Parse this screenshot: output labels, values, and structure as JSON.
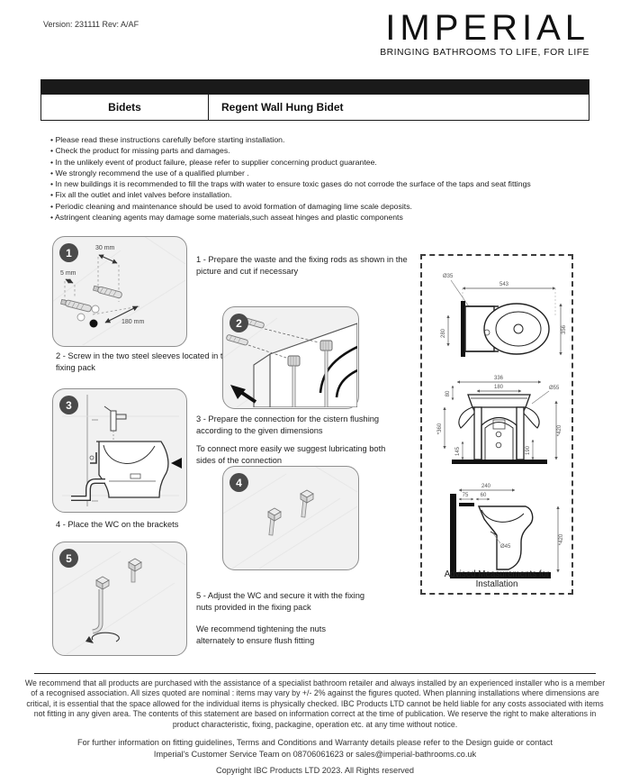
{
  "header": {
    "version": "Version: 231111 Rev: A/AF",
    "logo": "IMPERIAL",
    "tagline": "BRINGING BATHROOMS TO LIFE, FOR LIFE"
  },
  "product": {
    "category": "Bidets",
    "name": "Regent Wall Hung Bidet"
  },
  "notes": [
    "• Please read these instructions carefully before starting installation.",
    "• Check the product for missing parts and damages.",
    "• In the unlikely event of product failure, please refer to supplier concerning product guarantee.",
    "• We strongly recommend the use of a qualified plumber .",
    "• In new buildings it is recommended to fill the traps with water to ensure toxic gases do not corrode the surface of the taps and seat fittings",
    "• Fix all the outlet and inlet valves before installation.",
    "• Periodic cleaning and maintenance should be used to avoid formation of damaging lime scale deposits.",
    "• Astringent cleaning agents may damage some materials,such asseat hinges and plastic components"
  ],
  "steps": {
    "s1": "1 - Prepare the waste and the fixing rods as shown in the picture and cut if necessary",
    "s2": "2 - Screw in the two steel sleeves located in the fixing pack",
    "s3": "3 - Prepare the connection for the cistern flushing according to the given dimensions",
    "s3_note": "To connect more easily we suggest lubricating both sides of the connection",
    "s4": "4 - Place the WC on the brackets",
    "s5": "5 - Adjust the WC and secure it with the fixing nuts provided in the fixing pack",
    "s5_note": "We recommend tightening the nuts alternately to ensure flush fitting"
  },
  "panels": {
    "p1": {
      "num": "1",
      "dim_a": "30 mm",
      "dim_b": "5 mm",
      "dim_c": "180 mm"
    },
    "p2": {
      "num": "2"
    },
    "p3": {
      "num": "3"
    },
    "p4": {
      "num": "4"
    },
    "p5": {
      "num": "5"
    }
  },
  "measurements": {
    "caption": "Advised Measurements for Installation",
    "top_view": {
      "hole": "Ø35",
      "width": "543",
      "left": "280",
      "right": "356"
    },
    "front_view": {
      "width": "336",
      "inner": "180",
      "hole": "Ø55",
      "upper_left": "80",
      "left": "*360",
      "right": "*420",
      "lower_left": "145",
      "lower_right": "190"
    },
    "side_view": {
      "depth": "240",
      "seg_a": "75",
      "seg_b": "60",
      "hole": "Ø45",
      "height": "*420"
    }
  },
  "footer": {
    "disclaimer": "We recommend that all products are purchased with the assistance of a specialist bathroom retailer and always installed by an experienced installer who is a member of a recognised association. All sizes quoted are nominal : items may vary by +/- 2% against the figures quoted. When planning installations where dimensions are critical, it is essential that the space allowed for the individual items is physically checked. IBC Products LTD cannot be held liable for any costs associated with items not fitting in any given area. The contents of this statement are based on information correct at the time of publication. We reserve the right to make alterations in product characteristic, fixing, packagine, operation etc. at any time without notice.",
    "contact": "For further information on fitting guidelines, Terms and Conditions and Warranty details please refer to the Design guide or contact Imperial's Customer Service Team on 08706061623 or sales@imperial-bathrooms.co.uk",
    "copyright": "Copyright IBC Products LTD 2023. All Rights reserved"
  }
}
